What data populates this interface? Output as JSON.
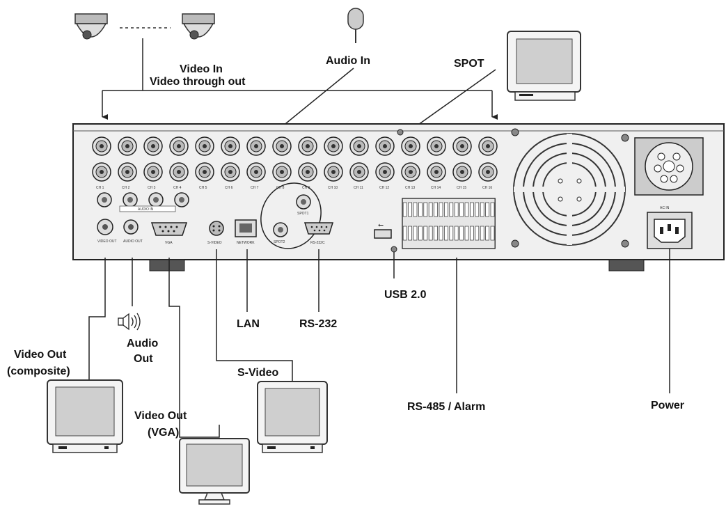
{
  "labels": {
    "video_in": "Video In",
    "video_through_out": "Video through out",
    "audio_in": "Audio In",
    "spot": "SPOT",
    "usb": "USB 2.0",
    "lan": "LAN",
    "rs232": "RS-232",
    "audio_out_line1": "Audio",
    "audio_out_line2": "Out",
    "video_out_composite_line1": "Video Out",
    "video_out_composite_line2": "(composite)",
    "s_video": "S-Video",
    "video_out_vga_line1": "Video Out",
    "video_out_vga_line2": "(VGA)",
    "rs485_alarm": "RS-485 / Alarm",
    "power": "Power"
  },
  "panel_labels": {
    "channels": [
      "CH 1",
      "CH 2",
      "CH 3",
      "CH 4",
      "CH 5",
      "CH 6",
      "CH 7",
      "CH 8",
      "CH 9",
      "CH 10",
      "CH 11",
      "CH 12",
      "CH 13",
      "CH 14",
      "CH 15",
      "CH 16"
    ],
    "audio_in": "AUDIO IN",
    "spot1": "SPOT1",
    "spot2": "SPOT2",
    "video_out": "VIDEO OUT",
    "audio_out": "AUDIO OUT",
    "vga": "VGA",
    "svideo": "S-VIDEO",
    "network": "NETWORK",
    "rs232c": "RS-232C",
    "ac_in": "AC IN"
  },
  "icons": [
    "dome-camera-icon",
    "microphone-icon",
    "monitor-icon",
    "speaker-icon",
    "fan-icon"
  ]
}
